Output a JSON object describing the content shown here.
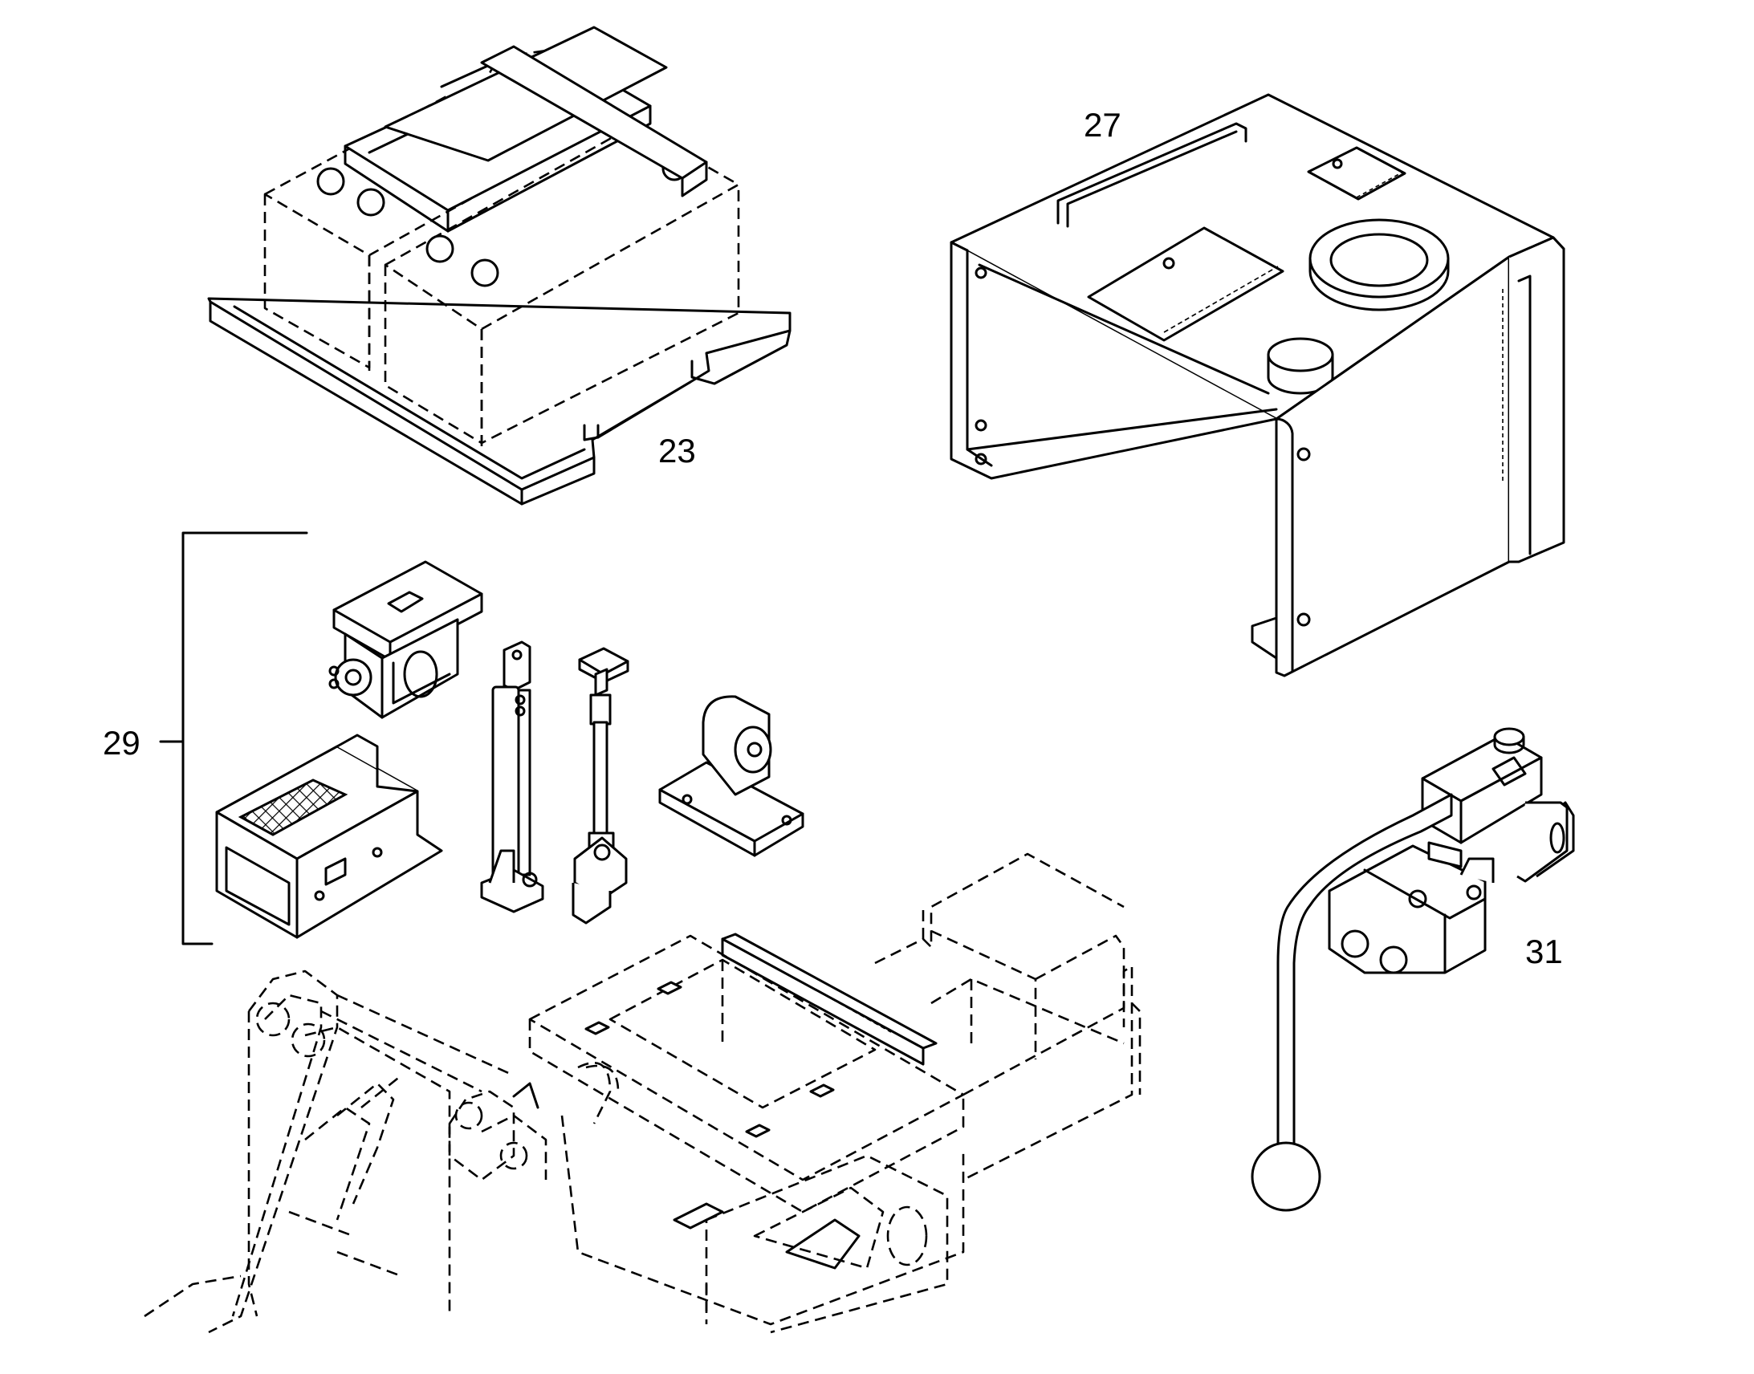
{
  "callouts": {
    "battery": "23",
    "hood": "27",
    "group": "29",
    "control": "31"
  }
}
